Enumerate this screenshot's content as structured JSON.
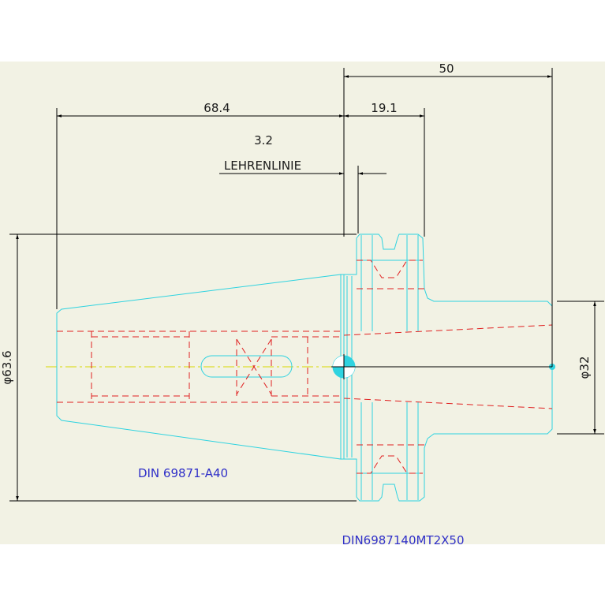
{
  "dimensions": {
    "d50": "50",
    "d68_4": "68.4",
    "d19_1": "19.1",
    "d3_2": "3.2",
    "lehrenlinie": "LEHRENLINIE",
    "dia63_6": "φ63.6",
    "dia32": "φ32"
  },
  "labels": {
    "standard": "DIN 69871-A40",
    "part_code": "DIN6987140MT2X50"
  },
  "colors": {
    "background": "#f2f2e4",
    "outline": "#2fd3e0",
    "hidden_lines": "#e02020",
    "center_line": "#d8d800",
    "dimension_lines": "#000000",
    "label_text": "#3030c8"
  }
}
